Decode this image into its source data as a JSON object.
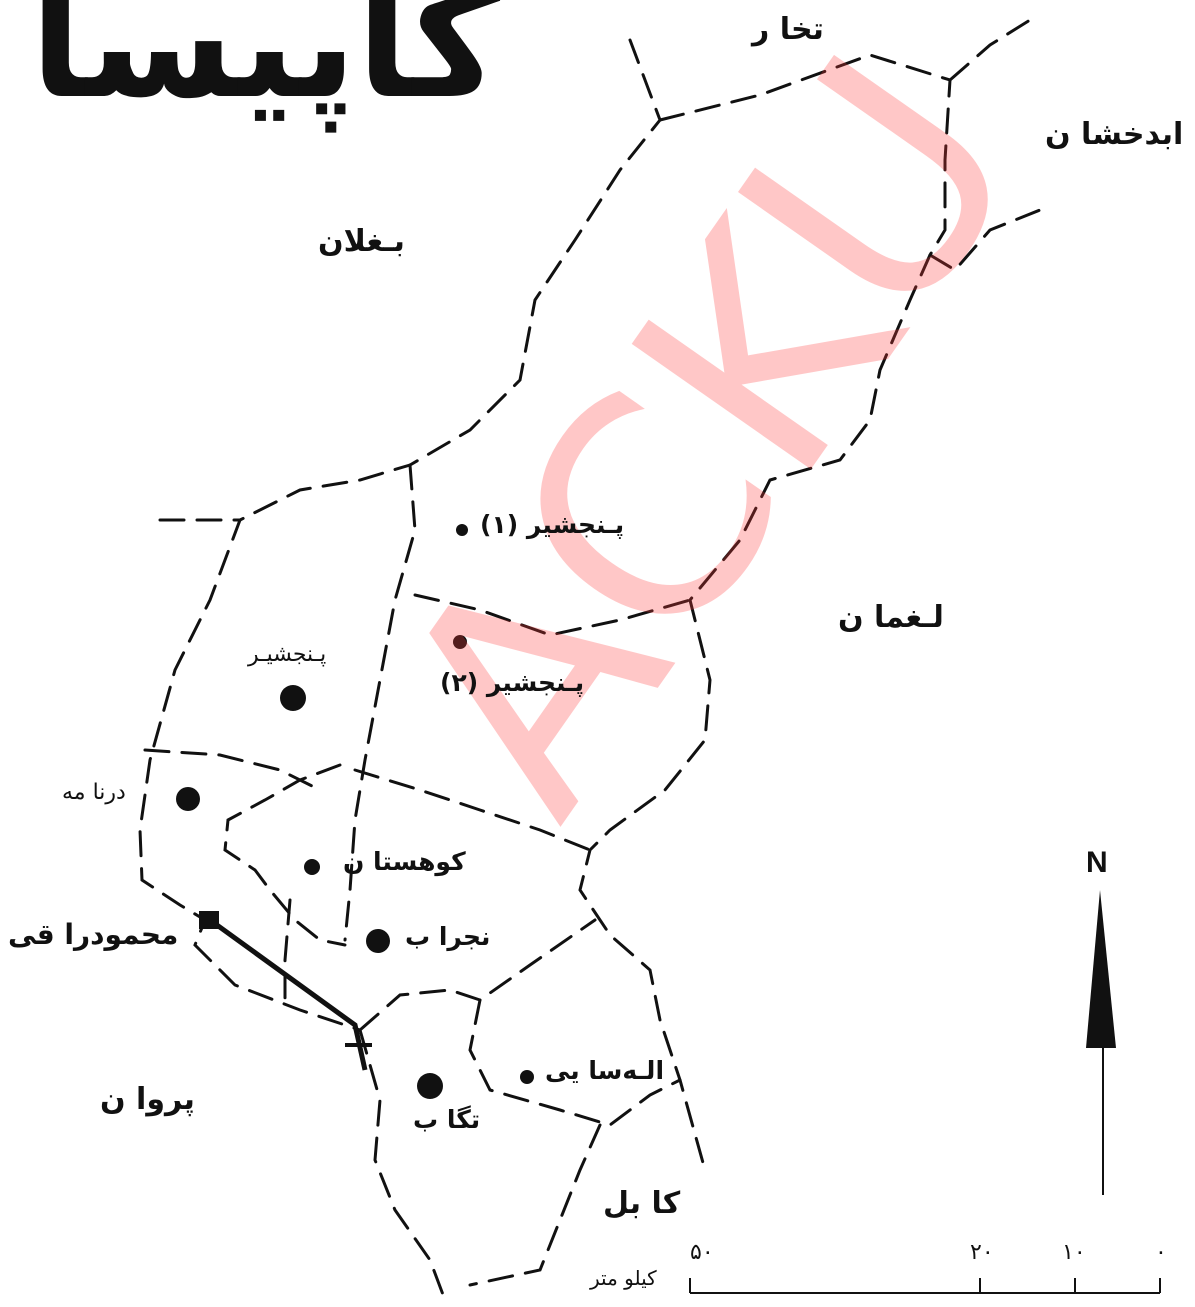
{
  "title": "کاپیسا",
  "watermark": "ACKU",
  "regions": {
    "takhar": "تخا ر",
    "badakhshan": "ابدخشا ن",
    "baghlan": "بـغلان",
    "laghman": "لـغما ن",
    "parwan": "پروا ن",
    "kabul": "کا بل"
  },
  "districts": {
    "panjshir1": "پـنجشیر (۱)",
    "panjshir2": "پـنجشیر (۲)",
    "panjshir": "پـنجشیـر",
    "darnama": "درنا مه",
    "kohistan": "کوهستا ن",
    "nijrab": "نجرا ب",
    "alasai": "الـه‌سا یی",
    "tagab": "تگا ب",
    "mahmud_raqi": "محمودرا قی"
  },
  "north_label": "N",
  "scale": {
    "unit": "کیلو متر",
    "ticks": [
      "۵۰",
      "۲۰",
      "۱۰",
      "۰"
    ]
  },
  "colors": {
    "ink": "#111111",
    "watermark": "#ff3b3b"
  }
}
